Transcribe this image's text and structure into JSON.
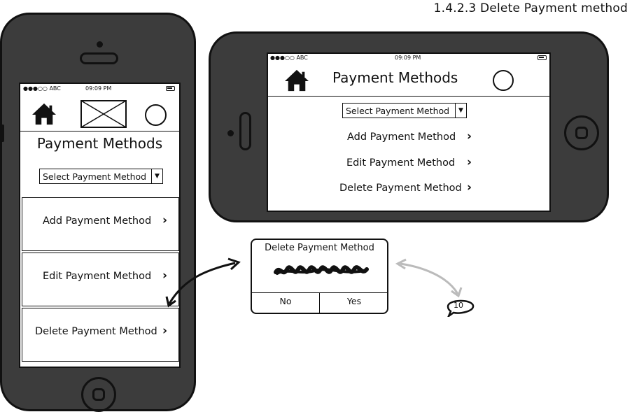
{
  "page": {
    "title": "1.4.2.3 Delete Payment method"
  },
  "status_bar": {
    "carrier": "●●●○○ ABC",
    "time": "09:09 PM"
  },
  "portrait": {
    "heading": "Payment Methods",
    "select": {
      "value": "Select Payment Method"
    },
    "menu": [
      {
        "label": "Add Payment Method"
      },
      {
        "label": "Edit Payment Method"
      },
      {
        "label": "Delete Payment Method"
      }
    ],
    "icons": [
      "home-icon",
      "image-placeholder-icon",
      "circle-icon",
      "chevron-right-icon"
    ]
  },
  "landscape": {
    "heading": "Payment Methods",
    "select": {
      "value": "Select Payment Method"
    },
    "menu": [
      {
        "label": "Add Payment Method"
      },
      {
        "label": "Edit Payment Method"
      },
      {
        "label": "Delete Payment Method"
      }
    ]
  },
  "dialog": {
    "title": "Delete Payment Method",
    "no_label": "No",
    "yes_label": "Yes"
  },
  "badge": {
    "label": "10"
  },
  "colors": {
    "device": "#3c3c3c",
    "ink": "#111111",
    "connector": "#bbbbbb"
  }
}
